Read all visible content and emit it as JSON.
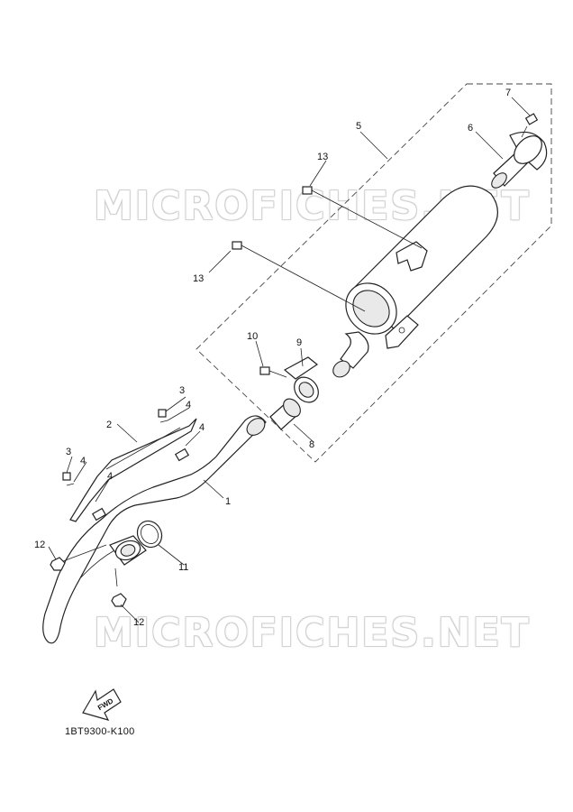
{
  "watermark": {
    "text_top": "MICROFICHES.NET",
    "text_bottom": "MICROFICHES.NET"
  },
  "callouts": [
    "1",
    "2",
    "3",
    "3",
    "4",
    "4",
    "4",
    "4",
    "5",
    "6",
    "7",
    "8",
    "9",
    "10",
    "11",
    "12",
    "12",
    "13",
    "13"
  ],
  "fwd_label": "FWD",
  "diagram_code": "1BT9300-K100"
}
